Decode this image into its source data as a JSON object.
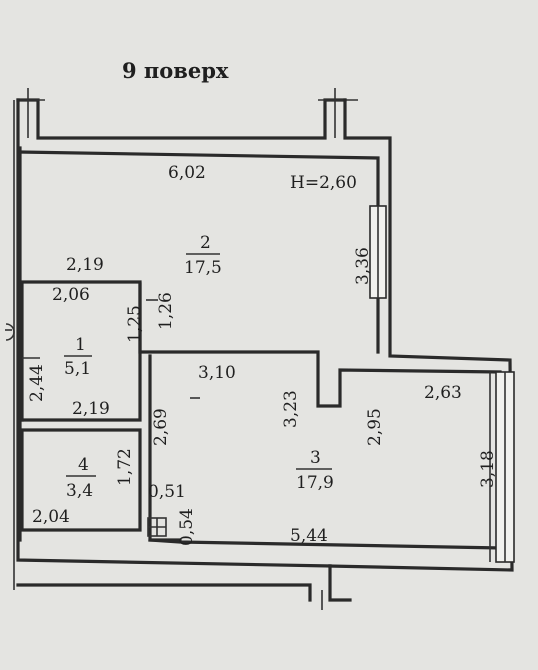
{
  "floor_title": "9 поверх",
  "height_label": "H=2,60",
  "rooms": [
    {
      "number": "2",
      "area": "17,5"
    },
    {
      "number": "1",
      "area": "5,1"
    },
    {
      "number": "4",
      "area": "3,4"
    },
    {
      "number": "3",
      "area": "17,9"
    }
  ],
  "dimensions": [
    "6,02",
    "3,36",
    "2,19",
    "2,06",
    "1,25",
    "1,26",
    "3,10",
    "3,23",
    "2,95",
    "2,63",
    "3,18",
    "2,44",
    "2,19",
    "2,69",
    "1,72",
    "2,04",
    "0,51",
    "0,54",
    "5,44"
  ],
  "colors": {
    "paper": "#e4e4e1",
    "ink": "#2a2a2a"
  }
}
